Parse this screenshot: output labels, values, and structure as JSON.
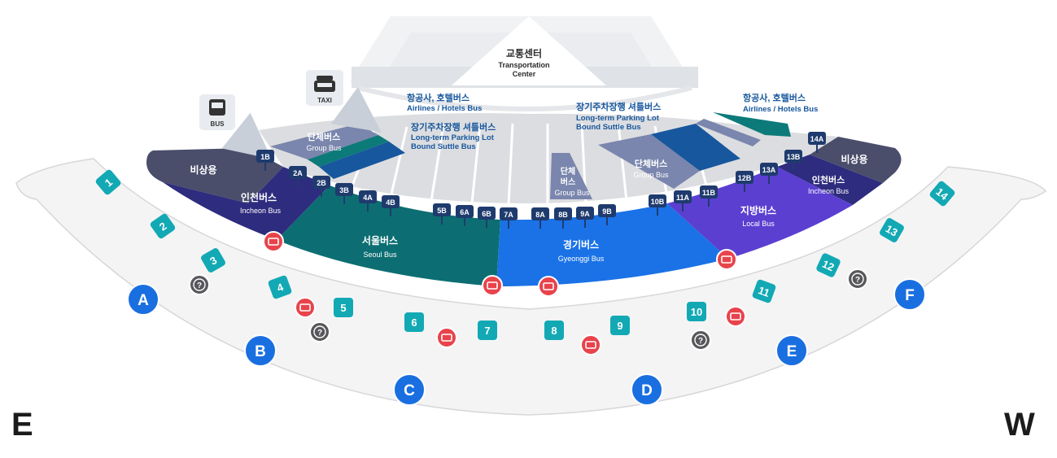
{
  "compass": {
    "left": "E",
    "right": "W"
  },
  "center": {
    "ko": "교통센터",
    "en_line1": "Transportation",
    "en_line2": "Center"
  },
  "taxi_label": "TAXI",
  "bus_label": "BUS",
  "callouts": {
    "airlines_left": {
      "ko": "항공사, 호텔버스",
      "en": "Airlines / Hotels Bus"
    },
    "shuttle_left": {
      "ko": "장기주차장행 셔틀버스",
      "en1": "Long-term Parking Lot",
      "en2": "Bound Suttle Bus"
    },
    "shuttle_right": {
      "ko": "장기주차장행 셔틀버스",
      "en1": "Long-term Parking Lot",
      "en2": "Bound Suttle Bus"
    },
    "airlines_right": {
      "ko": "항공사, 호텔버스",
      "en": "Airlines / Hotels Bus"
    }
  },
  "zones": {
    "emergency_left": {
      "ko": "비상용"
    },
    "emergency_right": {
      "ko": "비상용"
    },
    "incheon_left": {
      "ko": "인천버스",
      "en": "Incheon Bus"
    },
    "incheon_right": {
      "ko": "인천버스",
      "en": "Incheon Bus"
    },
    "group_left": {
      "ko": "단체버스",
      "en": "Group Bus"
    },
    "group_mid": {
      "ko1": "단체",
      "ko2": "버스",
      "en": "Group Bus"
    },
    "group_right": {
      "ko": "단체버스",
      "en": "Group Bus"
    },
    "seoul": {
      "ko": "서울버스",
      "en": "Seoul Bus"
    },
    "gyeonggi": {
      "ko": "경기버스",
      "en": "Gyeonggi Bus"
    },
    "local": {
      "ko": "지방버스",
      "en": "Local Bus"
    }
  },
  "stops": [
    "1B",
    "2A",
    "2B",
    "3B",
    "4A",
    "4B",
    "5B",
    "6A",
    "6B",
    "7A",
    "8A",
    "8B",
    "9A",
    "9B",
    "10B",
    "11A",
    "11B",
    "12B",
    "13A",
    "13B",
    "14A"
  ],
  "gates": [
    "1",
    "2",
    "3",
    "4",
    "5",
    "6",
    "7",
    "8",
    "9",
    "10",
    "11",
    "12",
    "13",
    "14"
  ],
  "exits": [
    "A",
    "B",
    "C",
    "D",
    "E",
    "F"
  ],
  "colors": {
    "emergency": "#4a4e6b",
    "incheon": "#2e2c7e",
    "seoul": "#0c6e72",
    "gyeonggi": "#1a72e6",
    "local": "#5b3fd1",
    "group": "#7a86ad",
    "shuttle": "#17579d",
    "airline": "#0d7a7a",
    "stop_tag": "#1f3b6e",
    "gate": "#12a9b4",
    "exit": "#1a6fe0",
    "ticket": "#e8434b",
    "info": "#58585c",
    "callout_text": "#17579d"
  },
  "icons": {
    "ticket": "ticket-machine-icon",
    "info": "question-icon",
    "taxi": "taxi-icon",
    "bus": "bus-icon"
  }
}
